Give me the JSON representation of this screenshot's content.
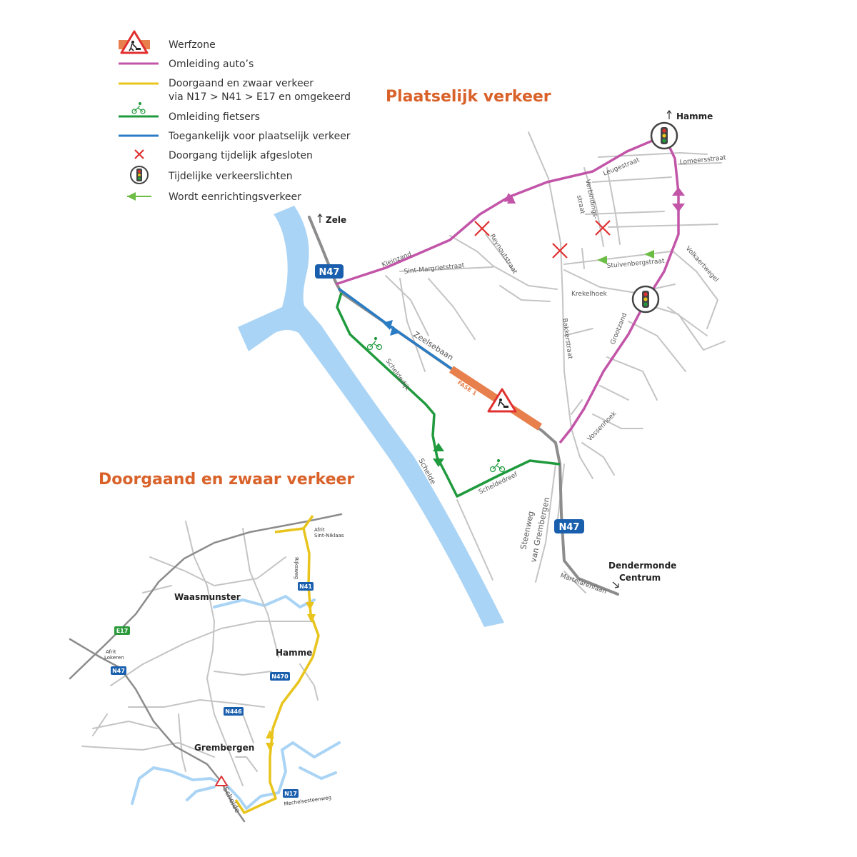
{
  "legend": {
    "items": [
      {
        "label": "Werfzone"
      },
      {
        "label": "Omleiding auto’s"
      },
      {
        "label": "Doorgaand en zwaar verkeer"
      },
      {
        "label": "via N17 > N41 > E17 en omgekeerd"
      },
      {
        "label": "Omleiding fietsers"
      },
      {
        "label": "Toegankelijk voor plaatselijk verkeer"
      },
      {
        "label": "Doorgang tijdelijk afgesloten"
      },
      {
        "label": "Tijdelijke verkeerslichten"
      },
      {
        "label": "Wordt eenrichtingsverkeer"
      }
    ]
  },
  "colors": {
    "werfzone": "#e8804d",
    "omleiding_autos": "#c255a8",
    "doorgaand": "#e8c41c",
    "fietsers": "#1f9a3d",
    "plaatselijk": "#2a7cc4",
    "afgesloten": "#e03030",
    "eenrichting": "#6cbd45",
    "river": "#aad4f5",
    "shield": "#1a5fae",
    "shield_green": "#2a9a3a",
    "title": "#d9622a"
  },
  "local_map": {
    "title": "Plaatselijk verkeer",
    "places": {
      "hamme": "Hamme",
      "zele": "Zele",
      "dendermonde_1": "Dendermonde",
      "dendermonde_2": "Centrum"
    },
    "shields": {
      "n47_top": "N47",
      "n47_bottom": "N47"
    },
    "streets": {
      "leugestraat": "Leugestraat",
      "lomeersstraat": "Lomeersstraat",
      "verbindings_1": "Verbindings-",
      "verbindings_2": "straat",
      "reynoutstraat": "Reynoutstraat",
      "kleinzand": "Kleinzand",
      "sint_margrietstraat": "Sint-Margrietstraat",
      "stuivenbergstraat": "Stuivenbergstraat",
      "volkaertwegel": "Volkaertwegel",
      "krekelhoek": "Krekelhoek",
      "bakkerstraat": "Bakkerstraat",
      "grootzand": "Grootzand",
      "zeelsebaan": "Zeelsebaan",
      "scheldedijk": "Scheldedijk",
      "schelde": "Schelde",
      "scheldedreef": "Scheldedreef",
      "vossenhoek": "Vossenhoek",
      "steenweg_1": "Steenweg",
      "steenweg_2": "van Grembergen",
      "martelarenlaan": "Martelarenlaan"
    },
    "fase": "FASE 1"
  },
  "regional_map": {
    "title": "Doorgaand en zwaar verkeer",
    "places": {
      "waasmunster": "Waasmunster",
      "hamme": "Hamme",
      "grembergen": "Grembergen",
      "schelde": "Schelde"
    },
    "shields": {
      "e17": "E17",
      "n41": "N41",
      "n47": "N47",
      "n470": "N470",
      "n446": "N446",
      "n17": "N17"
    },
    "labels": {
      "afrit_sn_1": "Afrit",
      "afrit_sn_2": "Sint-Niklaas",
      "afrit_lok_1": "Afrit",
      "afrit_lok_2": "Lokeren",
      "rijksweg": "Rijksweg",
      "mechelsesteenweg": "Mechelsesteenweg"
    }
  }
}
